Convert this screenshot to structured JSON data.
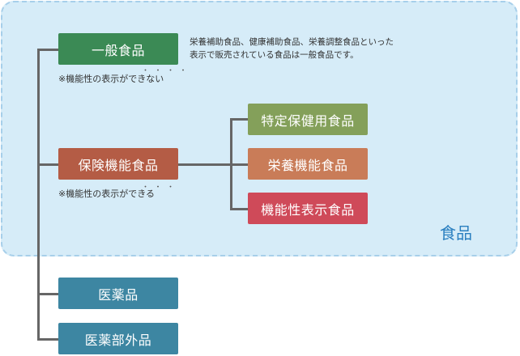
{
  "food_area": {
    "label": "食品"
  },
  "general_food": {
    "label": "一般食品",
    "note": "※機能性の表示ができない",
    "description_lines": [
      "栄養補助食品、健康補助食品、栄養調整食品といった",
      "表示で販売されている食品は一般食品です。"
    ]
  },
  "health_function_food": {
    "label": "保険機能食品",
    "note": "※機能性の表示ができる",
    "children": [
      {
        "label": "特定保健用食品",
        "color": "#84a05a"
      },
      {
        "label": "栄養機能食品",
        "color": "#c97c58"
      },
      {
        "label": "機能性表示食品",
        "color": "#cf4a59"
      }
    ]
  },
  "drugs": [
    {
      "label": "医薬品"
    },
    {
      "label": "医薬部外品"
    }
  ],
  "colors": {
    "general_food": "#3b8a55",
    "health_function_food": "#b45c45",
    "drugs": "#3d86a2",
    "food_area_bg": "#d6ecf8",
    "food_area_border": "#a7cfea",
    "food_label": "#2a7fc0"
  }
}
